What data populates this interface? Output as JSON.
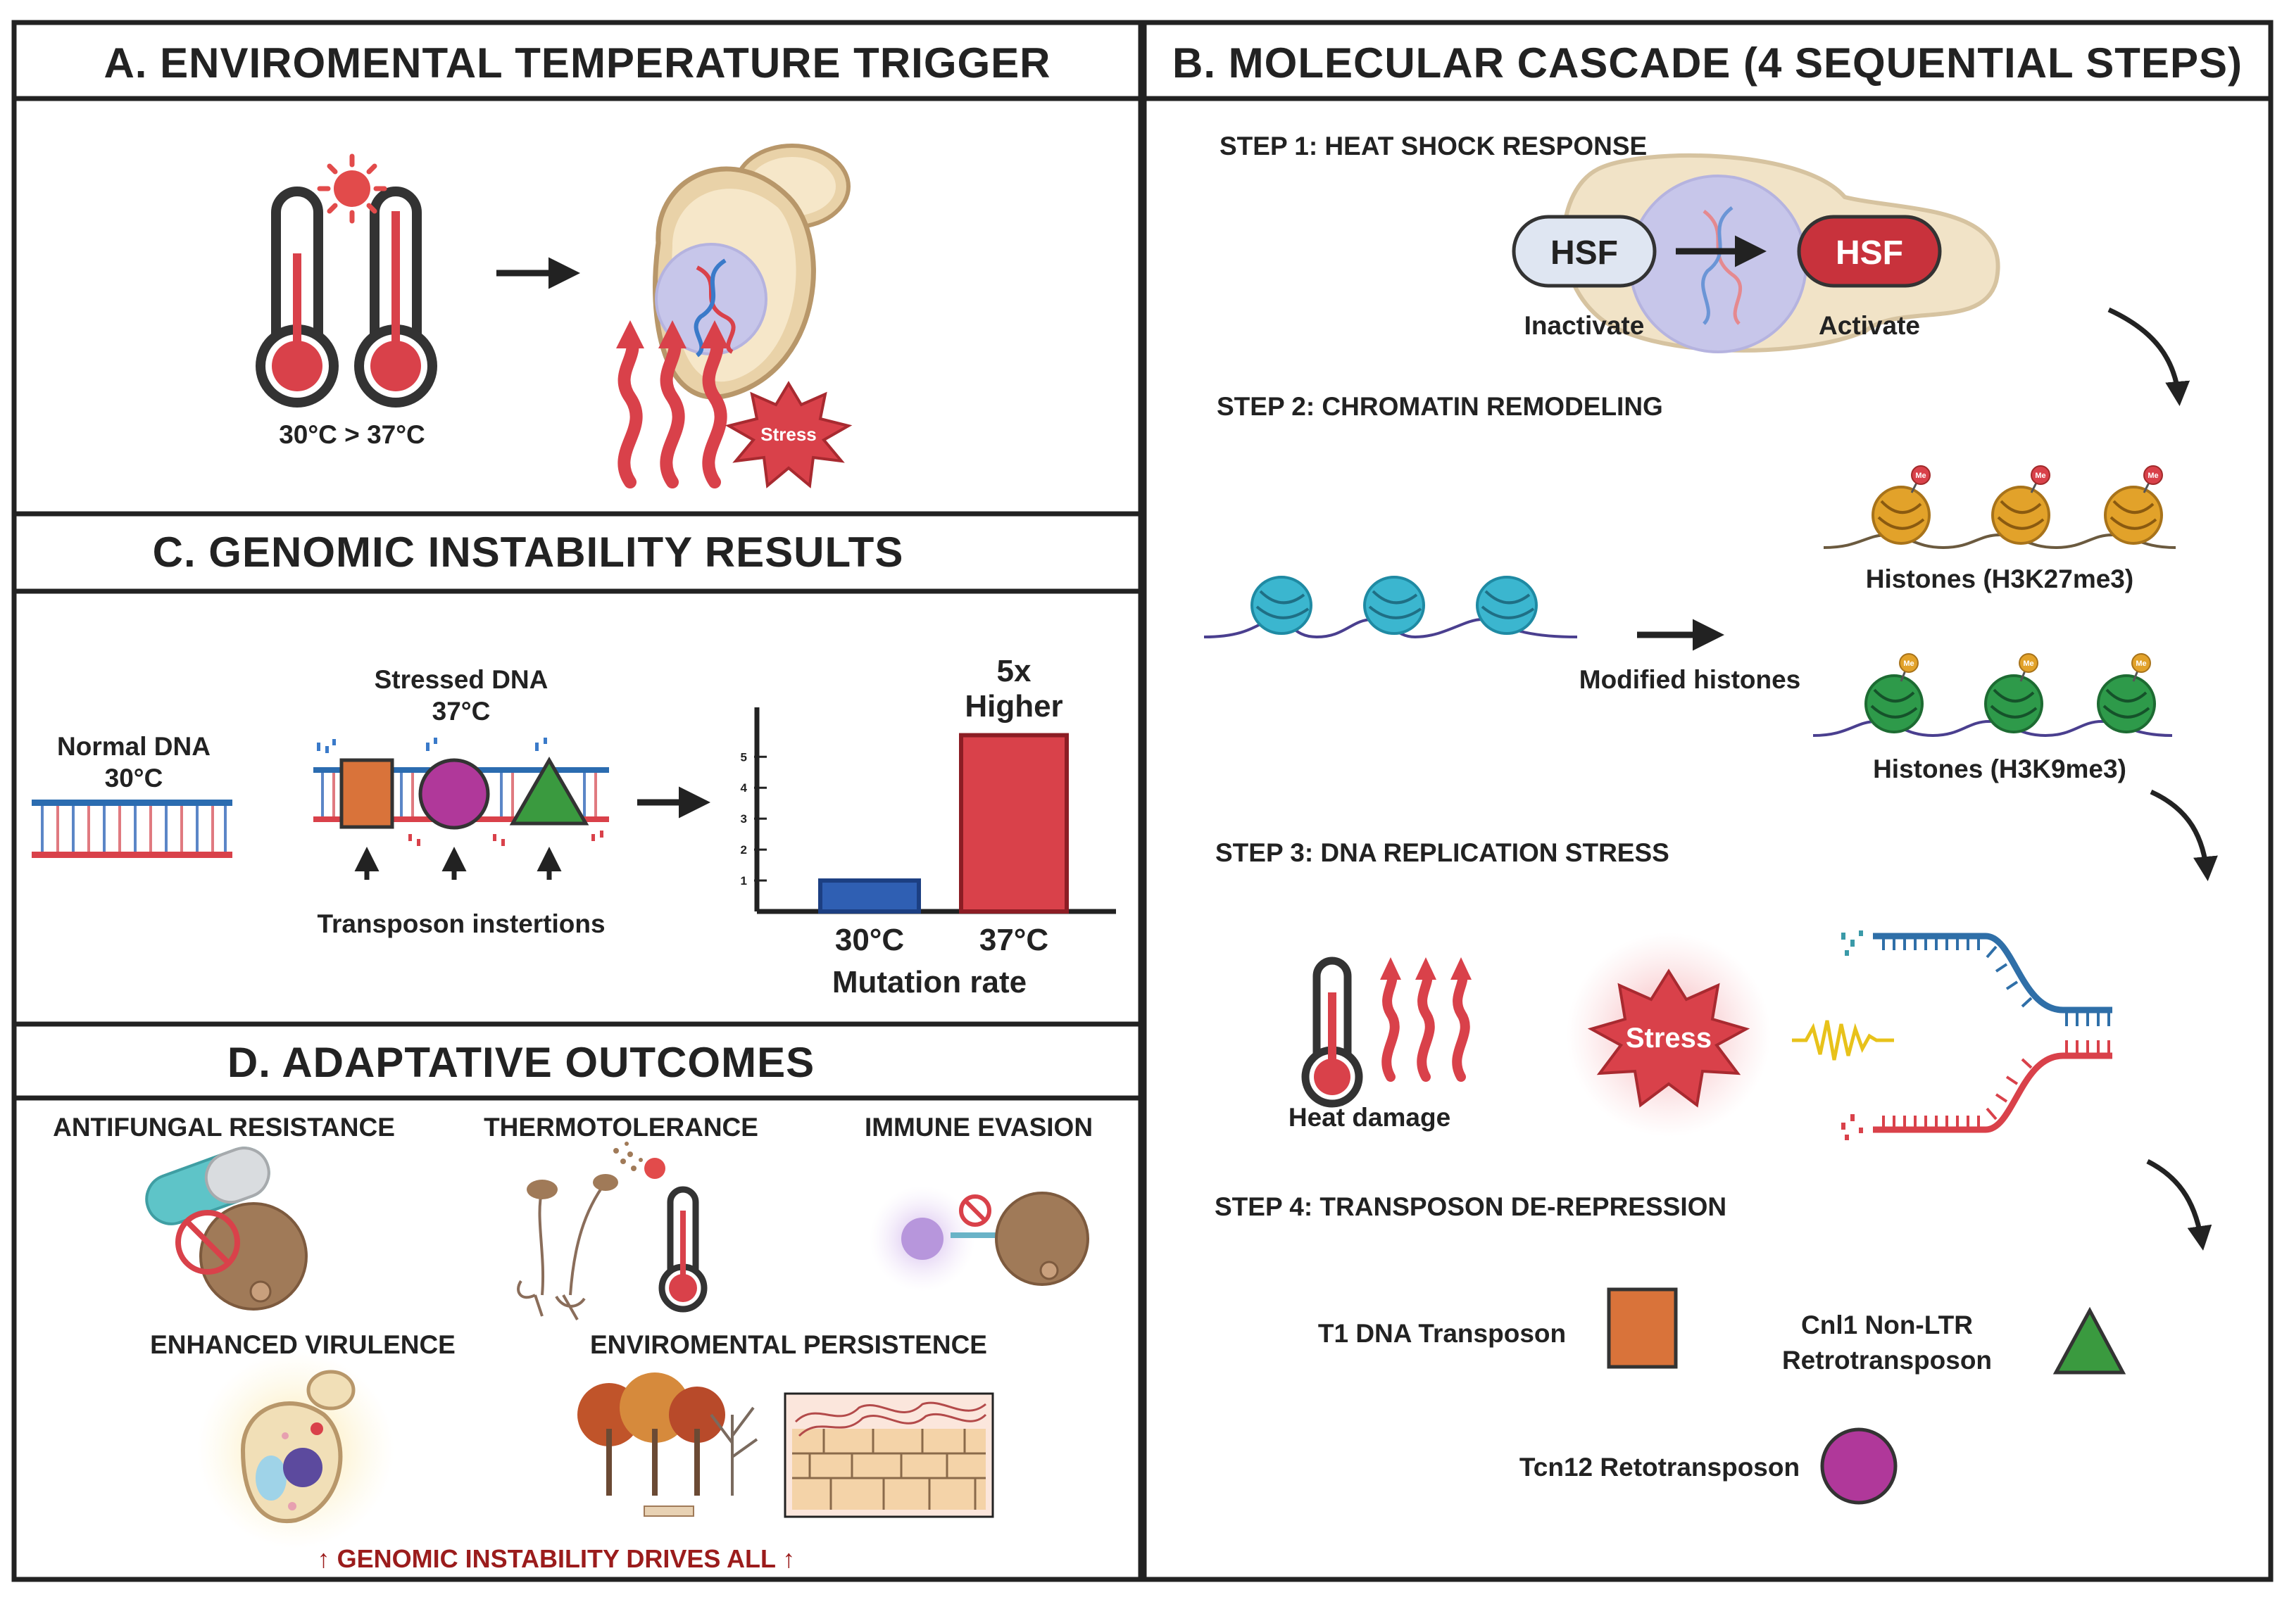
{
  "panels": {
    "a": {
      "title": "A. ENVIROMENTAL TEMPERATURE TRIGGER",
      "temp_label": "30°C > 37°C",
      "stress_label": "Stress"
    },
    "b": {
      "title": "B. MOLECULAR CASCADE (4 SEQUENTIAL STEPS)",
      "step1": {
        "title": "STEP 1: HEAT SHOCK RESPONSE",
        "hsf_inactive": "HSF",
        "hsf_active": "HSF",
        "inactive_label": "Inactivate",
        "active_label": "Activate"
      },
      "step2": {
        "title": "STEP 2: CHROMATIN REMODELING",
        "modified_label": "Modified histones",
        "h3k27_label": "Histones (H3K27me3)",
        "h3k9_label": "Histones (H3K9me3)",
        "me_tag": "Me"
      },
      "step3": {
        "title": "STEP 3: DNA REPLICATION STRESS",
        "heat_label": "Heat damage",
        "stress_label": "Stress"
      },
      "step4": {
        "title": "STEP 4: TRANSPOSON DE-REPRESSION",
        "t1_label": "T1 DNA Transposon",
        "cnl1_label_1": "Cnl1 Non-LTR",
        "cnl1_label_2": "Retrotransposon",
        "tcn12_label": "Tcn12 Retotransposon"
      }
    },
    "c": {
      "title": "C. GENOMIC INSTABILITY RESULTS",
      "normal_label_1": "Normal DNA",
      "normal_label_2": "30°C",
      "stressed_label_1": "Stressed DNA",
      "stressed_label_2": "37°C",
      "transposon_label": "Transposon instertions",
      "annotation_1": "5x",
      "annotation_2": "Higher"
    },
    "d": {
      "title": "D. ADAPTATIVE OUTCOMES",
      "antifungal": "ANTIFUNGAL RESISTANCE",
      "thermo": "THERMOTOLERANCE",
      "immune": "IMMUNE EVASION",
      "virulence": "ENHANCED VIRULENCE",
      "persistence": "ENVIROMENTAL PERSISTENCE",
      "footer": "↑ GENOMIC INSTABILITY DRIVES ALL ↑"
    }
  },
  "colors": {
    "red": "#d9414a",
    "dark_red": "#b3242c",
    "blue": "#2b6cb0",
    "orange": "#d9733a",
    "purple": "#b0389a",
    "green": "#3a9a3f",
    "histone_orange": "#e2a22a",
    "histone_teal": "#3bb6cf",
    "histone_green": "#2e9a4a",
    "footer_red": "#9b1c1c"
  },
  "chart_data": {
    "type": "bar",
    "categories": [
      "30°C",
      "37°C"
    ],
    "values": [
      1,
      5.7
    ],
    "xlabel": "Mutation rate",
    "ylabel": "",
    "yticks": [
      "1",
      "2",
      "3",
      "4",
      "5"
    ],
    "ylim": [
      0,
      6.6
    ],
    "bar_colors": [
      "#2f5fb3",
      "#d9414a"
    ]
  }
}
